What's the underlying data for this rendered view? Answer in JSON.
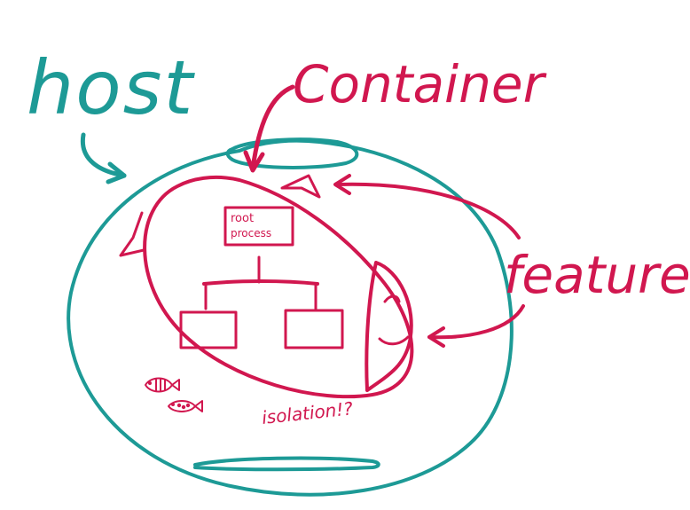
{
  "labels": {
    "host": "host",
    "container": "Container",
    "features": "features",
    "root_line1": "root",
    "root_line2": "process",
    "isolation": "isolation!?"
  },
  "colors": {
    "teal": "#1d9a96",
    "crimson": "#d1174f",
    "background": "#ffffff"
  },
  "icons": {
    "fish_1": "fish-icon",
    "fish_2": "fish-icon"
  }
}
